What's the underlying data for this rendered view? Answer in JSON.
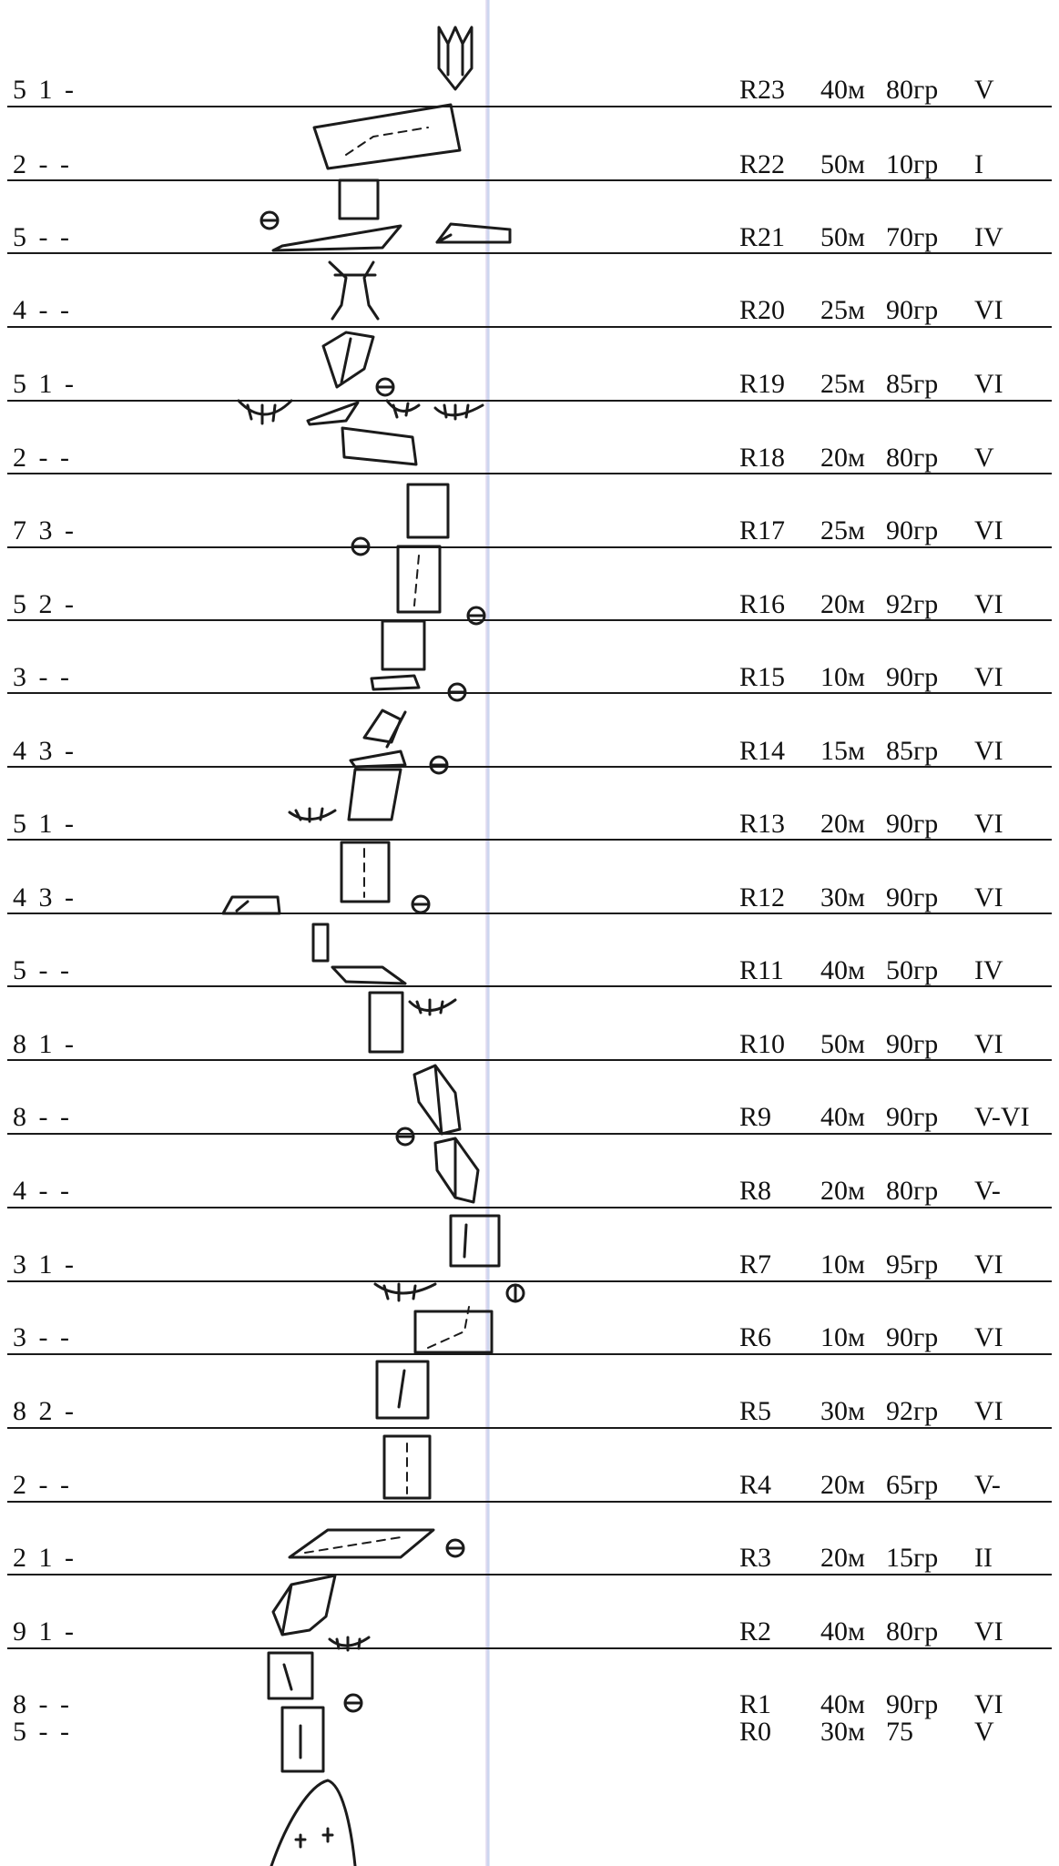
{
  "rows": [
    {
      "left": "5 1 -",
      "route": "R23",
      "length": "40м",
      "angle": "80гр",
      "grade": "V"
    },
    {
      "left": "2 - -",
      "route": "R22",
      "length": "50м",
      "angle": "10гр",
      "grade": "I"
    },
    {
      "left": "5 - -",
      "route": "R21",
      "length": "50м",
      "angle": "70гр",
      "grade": "IV"
    },
    {
      "left": "4 - -",
      "route": "R20",
      "length": "25м",
      "angle": "90гр",
      "grade": "VI"
    },
    {
      "left": "5 1 -",
      "route": "R19",
      "length": "25м",
      "angle": "85гр",
      "grade": "VI"
    },
    {
      "left": "2 - -",
      "route": "R18",
      "length": "20м",
      "angle": "80гр",
      "grade": "V"
    },
    {
      "left": "7 3 -",
      "route": "R17",
      "length": "25м",
      "angle": "90гр",
      "grade": "VI"
    },
    {
      "left": "5 2 -",
      "route": "R16",
      "length": "20м",
      "angle": "92гр",
      "grade": "VI"
    },
    {
      "left": "3 - -",
      "route": "R15",
      "length": "10м",
      "angle": "90гр",
      "grade": "VI"
    },
    {
      "left": "4 3 -",
      "route": "R14",
      "length": "15м",
      "angle": "85гр",
      "grade": "VI"
    },
    {
      "left": "5 1 -",
      "route": "R13",
      "length": "20м",
      "angle": "90гр",
      "grade": "VI"
    },
    {
      "left": "4 3 -",
      "route": "R12",
      "length": "30м",
      "angle": "90гр",
      "grade": "VI"
    },
    {
      "left": "5 - -",
      "route": "R11",
      "length": "40м",
      "angle": "50гр",
      "grade": "IV"
    },
    {
      "left": "8 1 -",
      "route": "R10",
      "length": "50м",
      "angle": "90гр",
      "grade": "VI"
    },
    {
      "left": "8 - -",
      "route": "R9",
      "length": "40м",
      "angle": "90гр",
      "grade": "V-VI"
    },
    {
      "left": "4 - -",
      "route": "R8",
      "length": "20м",
      "angle": "80гр",
      "grade": "V-"
    },
    {
      "left": "3 1 -",
      "route": "R7",
      "length": "10м",
      "angle": "95гр",
      "grade": "VI"
    },
    {
      "left": "3 - -",
      "route": "R6",
      "length": "10м",
      "angle": "90гр",
      "grade": "VI"
    },
    {
      "left": "8 2 -",
      "route": "R5",
      "length": "30м",
      "angle": "92гр",
      "grade": "VI"
    },
    {
      "left": "2 - -",
      "route": "R4",
      "length": "20м",
      "angle": "65гр",
      "grade": "V-"
    },
    {
      "left": "2 1 -",
      "route": "R3",
      "length": "20м",
      "angle": "15гр",
      "grade": "II"
    },
    {
      "left": "9 1 -",
      "route": "R2",
      "length": "40м",
      "angle": "80гр",
      "grade": "VI"
    },
    {
      "left": "8 - -",
      "route": "R1",
      "length": "40м",
      "angle": "90гр",
      "grade": "VI"
    },
    {
      "left": "5 - -",
      "route": "R0",
      "length": "30м",
      "angle": "75",
      "grade": "V"
    }
  ]
}
